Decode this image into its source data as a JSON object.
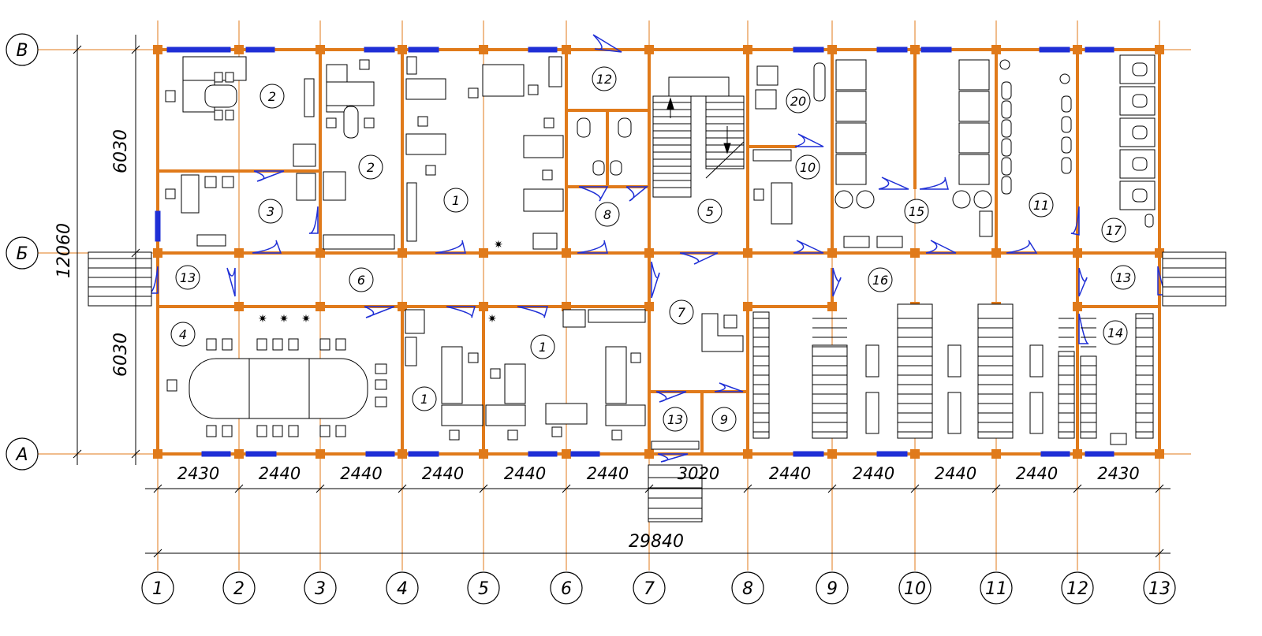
{
  "colors": {
    "axis_line": "#e07a1a",
    "wall": "#e07a1a",
    "window": "#1f2fd6",
    "ink": "#000000"
  },
  "axes_columns": [
    {
      "id": "1",
      "label": "1"
    },
    {
      "id": "2",
      "label": "2"
    },
    {
      "id": "3",
      "label": "3"
    },
    {
      "id": "4",
      "label": "4"
    },
    {
      "id": "5",
      "label": "5"
    },
    {
      "id": "6",
      "label": "6"
    },
    {
      "id": "7",
      "label": "7"
    },
    {
      "id": "8",
      "label": "8"
    },
    {
      "id": "9",
      "label": "9"
    },
    {
      "id": "10",
      "label": "10"
    },
    {
      "id": "11",
      "label": "11"
    },
    {
      "id": "12",
      "label": "12"
    },
    {
      "id": "13",
      "label": "13"
    }
  ],
  "axes_rows": [
    {
      "id": "V",
      "label": "В"
    },
    {
      "id": "B",
      "label": "Б"
    },
    {
      "id": "A",
      "label": "А"
    }
  ],
  "dimensions": {
    "spans": [
      "2430",
      "2440",
      "2440",
      "2440",
      "2440",
      "2440",
      "3020",
      "2440",
      "2440",
      "2440",
      "2440",
      "2430"
    ],
    "total_width": "29840",
    "total_height": "12060",
    "upper_height": "6030",
    "lower_height": "6030"
  },
  "rooms": {
    "r2a": "2",
    "r2b": "2",
    "r3": "3",
    "r1a": "1",
    "r12": "12",
    "r8": "8",
    "r5": "5",
    "r20": "20",
    "r10": "10",
    "r15": "15",
    "r11": "11",
    "r17": "17",
    "r13a": "13",
    "r6": "6",
    "r7": "7",
    "r16": "16",
    "r13c": "13",
    "r4": "4",
    "r1b": "1",
    "r1c": "1",
    "r13b": "13",
    "r9": "9",
    "r14": "14"
  }
}
